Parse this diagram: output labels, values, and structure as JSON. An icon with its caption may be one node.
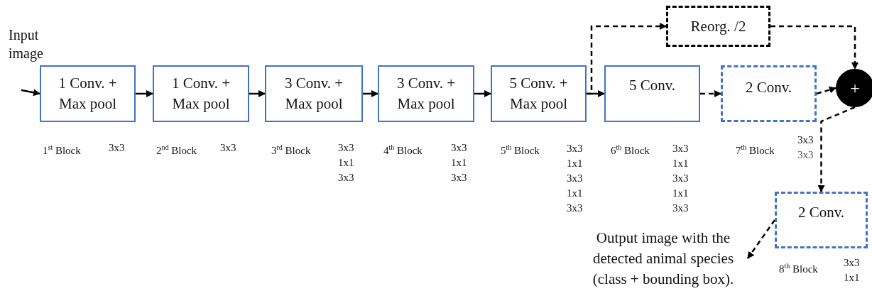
{
  "diagram": {
    "nodes": [
      {
        "text": [
          "1 Conv. + Max pool"
        ],
        "beside": [
          "1$^{st}$ Block",
          "3x3"
        ]
      },
      {
        "text": [
          "1 Conv. + Max pool"
        ],
        "beside": [
          "2$^{nd}$ Block",
          "3x3"
        ]
      },
      {
        "text": [
          "3 Conv. + Max pool"
        ],
        "beside": [
          "3$^{rd}$ Block",
          "3x3",
          "1x1",
          "3x3"
        ]
      },
      {
        "text": [
          "3 Conv. + Max pool"
        ],
        "beside": [
          "4$^{th}$ Block",
          "3x3",
          "1x1",
          "3x3"
        ]
      },
      {
        "text": [
          "5 Conv. + Max pool"
        ],
        "beside": [
          "5$^{th}$ Block",
          "3x3",
          "1x1",
          "3x3",
          "1x1",
          "3x3"
        ]
      },
      {
        "text": [
          "5 Conv."
        ],
        "beside": [
          "6$^{th}$ Block",
          "3x3",
          "1x1",
          "3x3",
          "1x1",
          "3x3"
        ]
      },
      {
        "text": [
          "2 Conv."
        ],
        "beside": [
          "7$^{th}$ Block",
          "3x3",
          "3x3"
        ]
      },
      {
        "text": [
          "Reorg. /2"
        ]
      },
      {
        "text": [
          "+"
        ]
      },
      {
        "text": [
          "2 Conv."
        ],
        "beside": [
          "8$^{th}$ Block",
          "3x3",
          "1x1"
        ]
      },
      {
        "text": [
          "Output image with the detected animal species (class + bounding box)."
        ]
      }
    ],
    "edges": [
      {
        "from": null,
        "to": 0,
        "arrow": "to"
      },
      {
        "from": 0,
        "to": 1,
        "arrow": "to"
      },
      {
        "from": 1,
        "to": 2,
        "arrow": "to"
      },
      {
        "from": 2,
        "to": 3,
        "arrow": "to"
      },
      {
        "from": 3,
        "to": 4,
        "arrow": "to"
      },
      {
        "from": 4,
        "to": 5,
        "arrow": "to"
      },
      {
        "from": 4,
        "to": 7,
        "arrow": "to",
        "style": "dashed"
      },
      {
        "from": 5,
        "to": 6,
        "arrow": "to",
        "style": "dashed"
      },
      {
        "from": 7,
        "to": 8,
        "arrow": "to",
        "style": "dashed"
      },
      {
        "from": 6,
        "to": 8,
        "arrow": "to",
        "style": "dashed"
      },
      {
        "from": 8,
        "to": 9,
        "arrow": "to",
        "style": "dashed"
      },
      {
        "from": 9,
        "to": 10,
        "arrow": "to",
        "style": "dashed"
      }
    ],
    "labels": [
      "Input image"
    ]
  }
}
